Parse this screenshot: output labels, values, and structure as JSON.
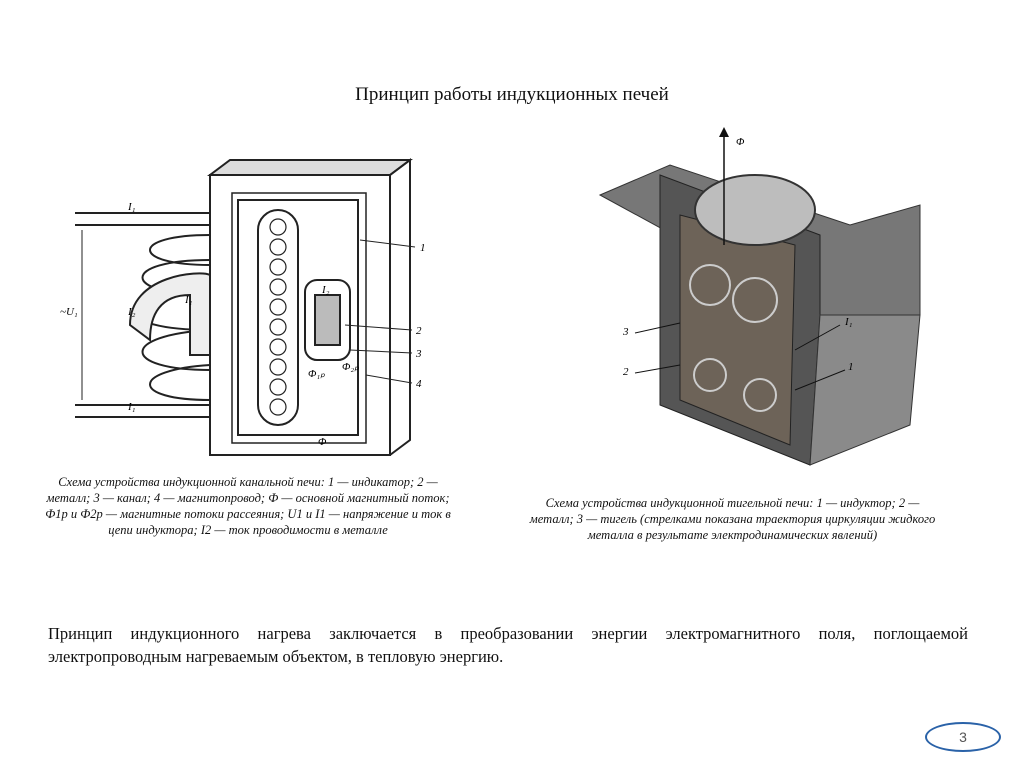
{
  "title": "Принцип работы индукционных печей",
  "left_figure": {
    "labels": {
      "i1_top": "I₁",
      "i1_bottom": "I₁",
      "u1": "~U₁",
      "i2": "I₂",
      "i2b": "I₂",
      "i1_mid": "I₁",
      "n1": "1",
      "n2": "2",
      "n3": "3",
      "n4": "4",
      "phi": "Φ",
      "phi1p": "Φ₁ₚ",
      "phi2p": "Φ₂ₚ"
    },
    "caption": "Схема устройства индукционной канальной печи: 1 — индикатор; 2 — металл; 3 — канал; 4 — магнитопровод; Ф — основной магнитный поток; Ф1p и Ф2p — магнитные потоки рассеяния; U1 и I1 — напряжение и ток в цепи индуктора; I2 — ток проводимости в металле"
  },
  "right_figure": {
    "labels": {
      "phi": "Φ",
      "i1": "I₁",
      "n1": "1",
      "n2": "2",
      "n3": "3"
    },
    "caption": "Схема устройства индукционной тигельной печи: 1 — индуктор; 2 — металл; 3 — тигель (стрелками показана траектория циркуляции жидкого металла в результате электродинамических явлений)"
  },
  "body_text": "Принцип индукционного нагрева заключается в преобразовании энергии электромагнитного поля, поглощаемой электропроводным нагреваемым объектом, в тепловую энергию.",
  "page_number": "3"
}
